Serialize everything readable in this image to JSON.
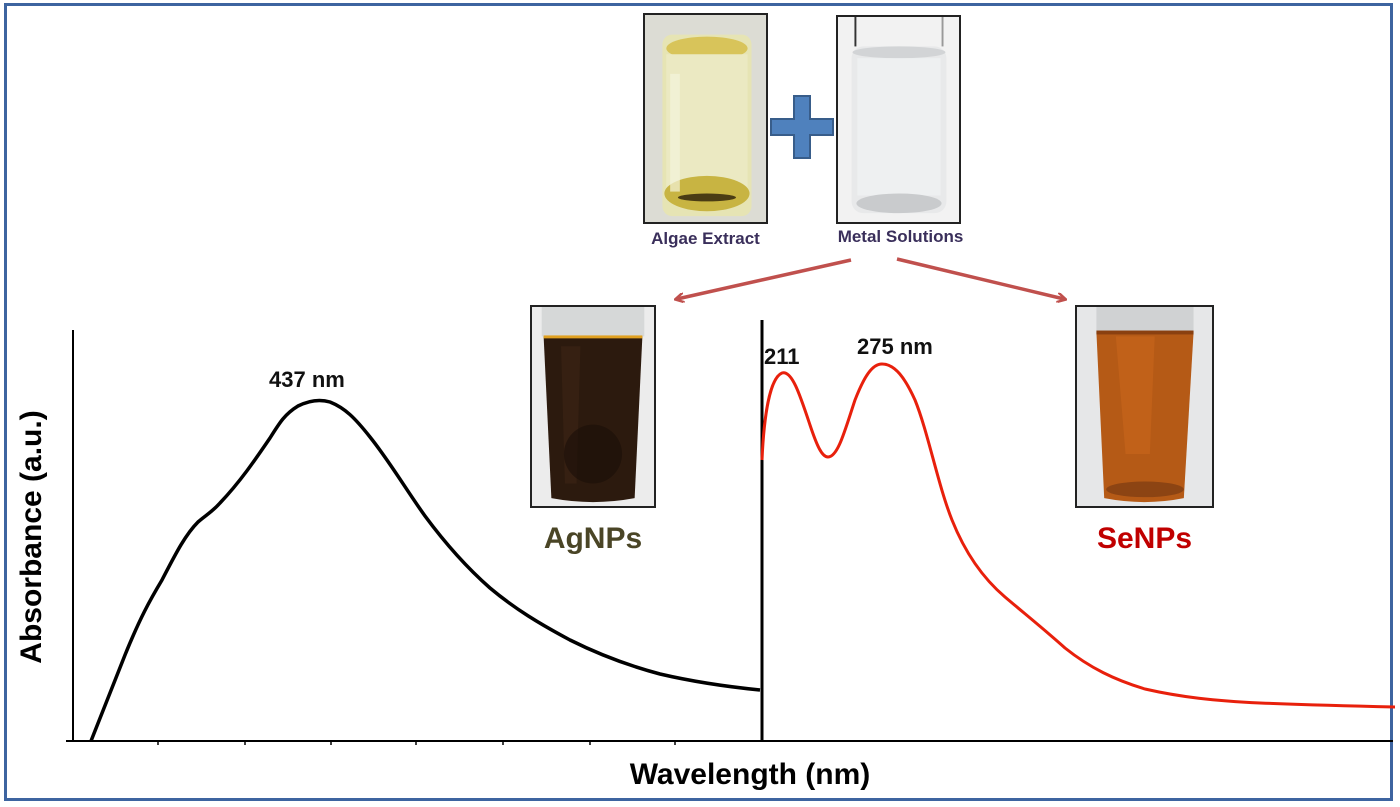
{
  "colors": {
    "frame": "#3d64a0",
    "plus_fill": "#4f81bd",
    "plus_stroke": "#385d8a",
    "arrow": "#c0504d",
    "agnps_curve": "#000000",
    "senps_curve": "#e8200c",
    "agnps_label": "#4a4526",
    "senps_label": "#c00000",
    "reactant_label": "#3a2f5b"
  },
  "reactants": [
    {
      "label": "Algae Extract",
      "icon": "vial-yellow-liquid"
    },
    {
      "label": "Metal Solutions",
      "icon": "vial-clear-liquid"
    }
  ],
  "plus_symbol": "plus-icon",
  "products": [
    {
      "label": "AgNPs",
      "icon": "beaker-dark-brown-liquid"
    },
    {
      "label": "SeNPs",
      "icon": "beaker-amber-liquid"
    }
  ],
  "axes": {
    "ylabel": "Absorbance (a.u.)",
    "xlabel": "Wavelength (nm)"
  },
  "peaks": {
    "agnps": "437 nm",
    "senps_1": "211",
    "senps_2": "275 nm"
  },
  "chart_data": [
    {
      "type": "line",
      "title": "AgNPs UV-Vis spectrum",
      "xlabel": "Wavelength (nm)",
      "ylabel": "Absorbance (a.u.)",
      "grid": false,
      "legend": "none",
      "annotations": [
        "437 nm"
      ],
      "series": [
        {
          "name": "AgNPs",
          "color": "#000000",
          "x_relative": [
            0.0,
            0.05,
            0.1,
            0.15,
            0.18,
            0.24,
            0.28,
            0.33,
            0.38,
            0.43,
            0.49,
            0.55,
            0.61,
            0.7,
            0.79,
            0.88,
            1.0
          ],
          "y_relative": [
            0.0,
            0.25,
            0.46,
            0.63,
            0.67,
            0.82,
            0.96,
            1.0,
            0.95,
            0.82,
            0.65,
            0.52,
            0.41,
            0.3,
            0.22,
            0.18,
            0.15
          ]
        }
      ],
      "peak_wavelengths_nm": [
        437
      ]
    },
    {
      "type": "line",
      "title": "SeNPs UV-Vis spectrum",
      "xlabel": "Wavelength (nm)",
      "ylabel": "Absorbance (a.u.)",
      "grid": false,
      "legend": "none",
      "annotations": [
        "211",
        "275 nm"
      ],
      "series": [
        {
          "name": "SeNPs",
          "color": "#e8200c",
          "x_relative": [
            0.0,
            0.03,
            0.1,
            0.18,
            0.28,
            0.33,
            0.37,
            0.42,
            0.5,
            0.57,
            0.66,
            0.75,
            0.83,
            0.91,
            1.0
          ],
          "y_relative": [
            0.74,
            0.98,
            0.75,
            1.0,
            0.65,
            0.52,
            0.4,
            0.32,
            0.23,
            0.14,
            0.1,
            0.08,
            0.07,
            0.06,
            0.05
          ]
        }
      ],
      "peak_wavelengths_nm": [
        211,
        275
      ]
    }
  ]
}
